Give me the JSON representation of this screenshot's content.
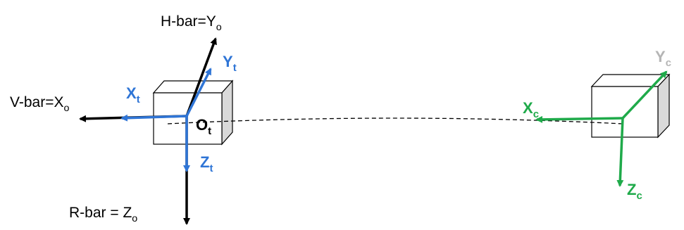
{
  "colors": {
    "orbital_frame": "#000000",
    "target_frame": "#2f75d6",
    "chaser_frame": "#1faa4a",
    "chaser_y_axis_label": "#b5b5b5",
    "box_side": "#d9d9d9",
    "line_of_sight": "#000000"
  },
  "orbital_frame": {
    "h_bar": {
      "main": "H-bar=Y",
      "sub": "o"
    },
    "v_bar": {
      "main": "V-bar=X",
      "sub": "o"
    },
    "r_bar": {
      "main": "R-bar = Z",
      "sub": "o"
    }
  },
  "target_frame": {
    "x_axis": {
      "main": "X",
      "sub": "t"
    },
    "y_axis": {
      "main": "Y",
      "sub": "t"
    },
    "z_axis": {
      "main": "Z",
      "sub": "t"
    },
    "origin": {
      "main": "O",
      "sub": "t"
    }
  },
  "chaser_frame": {
    "x_axis": {
      "main": "X",
      "sub": "c"
    },
    "y_axis": {
      "main": "Y",
      "sub": "c"
    },
    "z_axis": {
      "main": "Z",
      "sub": "c"
    }
  }
}
